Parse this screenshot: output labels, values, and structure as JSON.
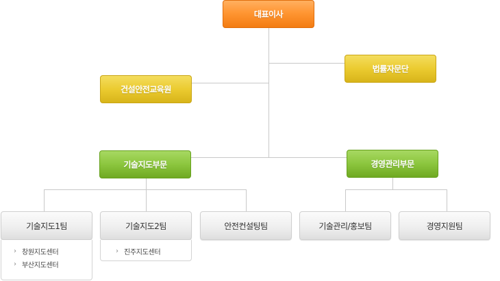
{
  "ceo": {
    "label": "대표이사"
  },
  "legal_team": {
    "label": "법률자문단"
  },
  "education_center": {
    "label": "건설안전교육원"
  },
  "divisions": {
    "technical": {
      "label": "기술지도부문"
    },
    "management": {
      "label": "경영관리부문"
    }
  },
  "teams": [
    {
      "label": "기술지도1팀",
      "sub_items": [
        "창원지도센터",
        "부산지도센터"
      ]
    },
    {
      "label": "기술지도2팀",
      "sub_items": [
        "진주지도센터"
      ]
    },
    {
      "label": "안전컨설팅팀",
      "sub_items": []
    },
    {
      "label": "기술관리/홍보팀",
      "sub_items": []
    },
    {
      "label": "경영지원팀",
      "sub_items": []
    }
  ],
  "colors": {
    "ceo": "#f88a20",
    "staff": "#ebcb30",
    "division": "#8cc63e",
    "team": "#efefef",
    "connector": "#c8c8c8"
  }
}
